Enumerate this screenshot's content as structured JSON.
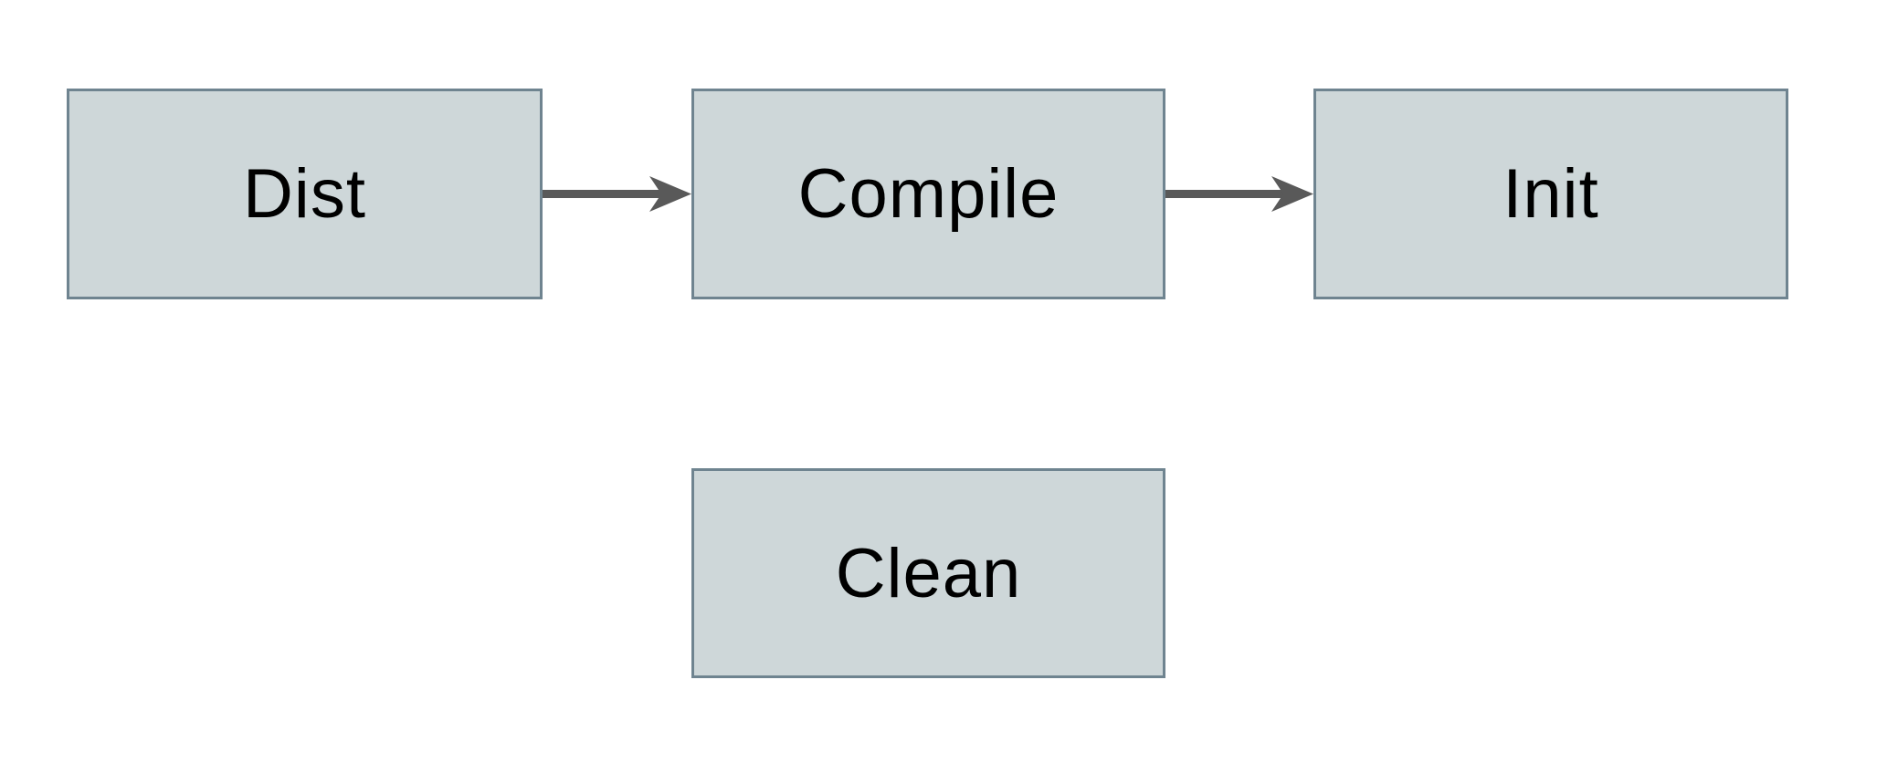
{
  "theme": {
    "canvas-bg": "#ffffff",
    "node-fill": "#ced7d9",
    "node-border": "#6f8490",
    "arrow-color": "#595959",
    "text-color": "#000000"
  },
  "diagram": {
    "type": "flowchart",
    "nodes": [
      {
        "id": "dist",
        "label": "Dist"
      },
      {
        "id": "compile",
        "label": "Compile"
      },
      {
        "id": "init",
        "label": "Init"
      },
      {
        "id": "clean",
        "label": "Clean"
      }
    ],
    "edges": [
      {
        "from": "Dist",
        "to": "Compile",
        "style": "solid-arrow"
      },
      {
        "from": "Compile",
        "to": "Init",
        "style": "solid-arrow"
      }
    ]
  }
}
